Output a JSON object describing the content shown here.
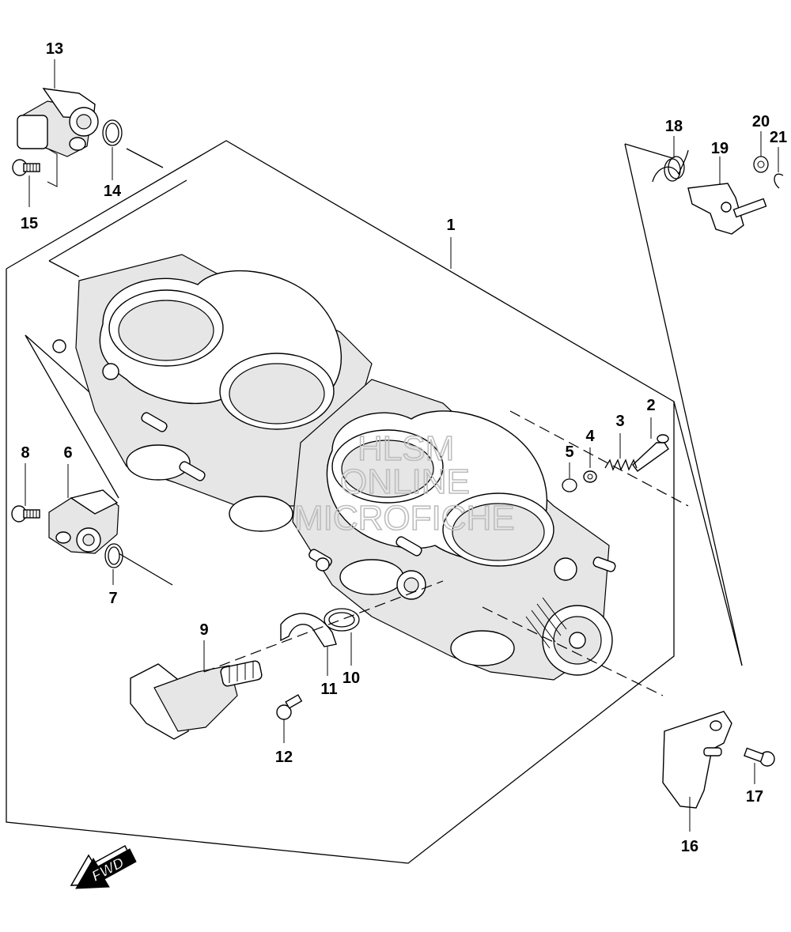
{
  "watermark": {
    "line1": "HLSM",
    "line2": "ONLINE",
    "line3": "MICROFICHE"
  },
  "direction_label": "FWD",
  "callouts": [
    {
      "id": "1",
      "label": "1"
    },
    {
      "id": "2",
      "label": "2"
    },
    {
      "id": "3",
      "label": "3"
    },
    {
      "id": "4",
      "label": "4"
    },
    {
      "id": "5",
      "label": "5"
    },
    {
      "id": "6",
      "label": "6"
    },
    {
      "id": "7",
      "label": "7"
    },
    {
      "id": "8",
      "label": "8"
    },
    {
      "id": "9",
      "label": "9"
    },
    {
      "id": "10",
      "label": "10"
    },
    {
      "id": "11",
      "label": "11"
    },
    {
      "id": "12",
      "label": "12"
    },
    {
      "id": "13",
      "label": "13"
    },
    {
      "id": "14",
      "label": "14"
    },
    {
      "id": "15",
      "label": "15"
    },
    {
      "id": "16",
      "label": "16"
    },
    {
      "id": "17",
      "label": "17"
    },
    {
      "id": "18",
      "label": "18"
    },
    {
      "id": "19",
      "label": "19"
    },
    {
      "id": "20",
      "label": "20"
    },
    {
      "id": "21",
      "label": "21"
    }
  ]
}
